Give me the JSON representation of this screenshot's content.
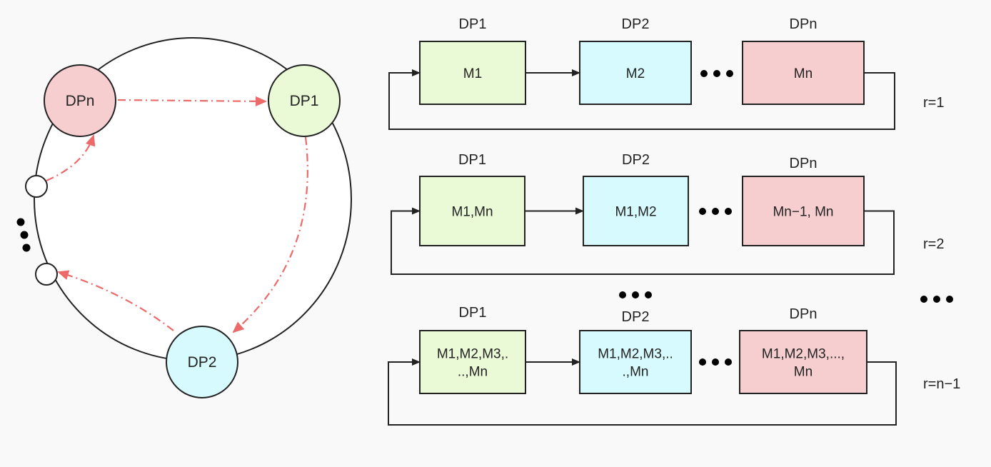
{
  "colors": {
    "background": "#f9f9f9",
    "stroke": "#222222",
    "arrow": "#ec6a6a",
    "dp1": "#ebfad6",
    "dp2": "#d6fafd",
    "dpn": "#f7cecf"
  },
  "ring": {
    "nodes": {
      "dpn": "DPn",
      "dp1": "DP1",
      "dp2": "DP2"
    },
    "ellipsis": "ellipsis-dots"
  },
  "rows": [
    {
      "round": "r=1",
      "blocks": [
        {
          "header": "DP1",
          "lines": [
            "M1"
          ]
        },
        {
          "header": "DP2",
          "lines": [
            "M2"
          ]
        },
        {
          "header": "DPn",
          "lines": [
            "Mn"
          ]
        }
      ]
    },
    {
      "round": "r=2",
      "blocks": [
        {
          "header": "DP1",
          "lines": [
            "M1,Mn"
          ]
        },
        {
          "header": "DP2",
          "lines": [
            "M1,M2"
          ]
        },
        {
          "header": "DPn",
          "lines": [
            "Mn−1, Mn"
          ]
        }
      ]
    },
    {
      "round": "r=n−1",
      "blocks": [
        {
          "header": "DP1",
          "lines": [
            "M1,M2,M3,.",
            "..,Mn"
          ]
        },
        {
          "header": "DP2",
          "lines": [
            "M1,M2,M3,..",
            ".,Mn"
          ]
        },
        {
          "header": "DPn",
          "lines": [
            "M1,M2,M3,...,",
            "Mn"
          ]
        }
      ]
    }
  ]
}
